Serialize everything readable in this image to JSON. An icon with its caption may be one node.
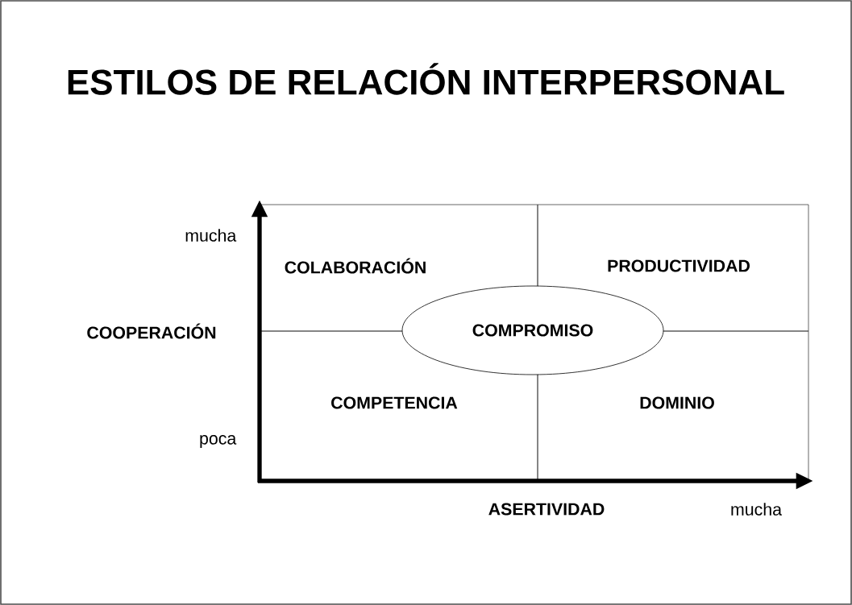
{
  "diagram": {
    "title": "ESTILOS DE RELACIÓN INTERPERSONAL",
    "nodes": [
      {
        "text": [
          "COLABORACIÓN"
        ]
      },
      {
        "text": [
          "PRODUCTIVIDAD"
        ]
      },
      {
        "text": [
          "COMPROMISO"
        ]
      },
      {
        "text": [
          "COMPETENCIA"
        ]
      },
      {
        "text": [
          "DOMINIO"
        ]
      }
    ],
    "labels": [
      "mucha",
      "COOPERACIÓN",
      "poca",
      "ASERTIVIDAD",
      "mucha"
    ]
  }
}
